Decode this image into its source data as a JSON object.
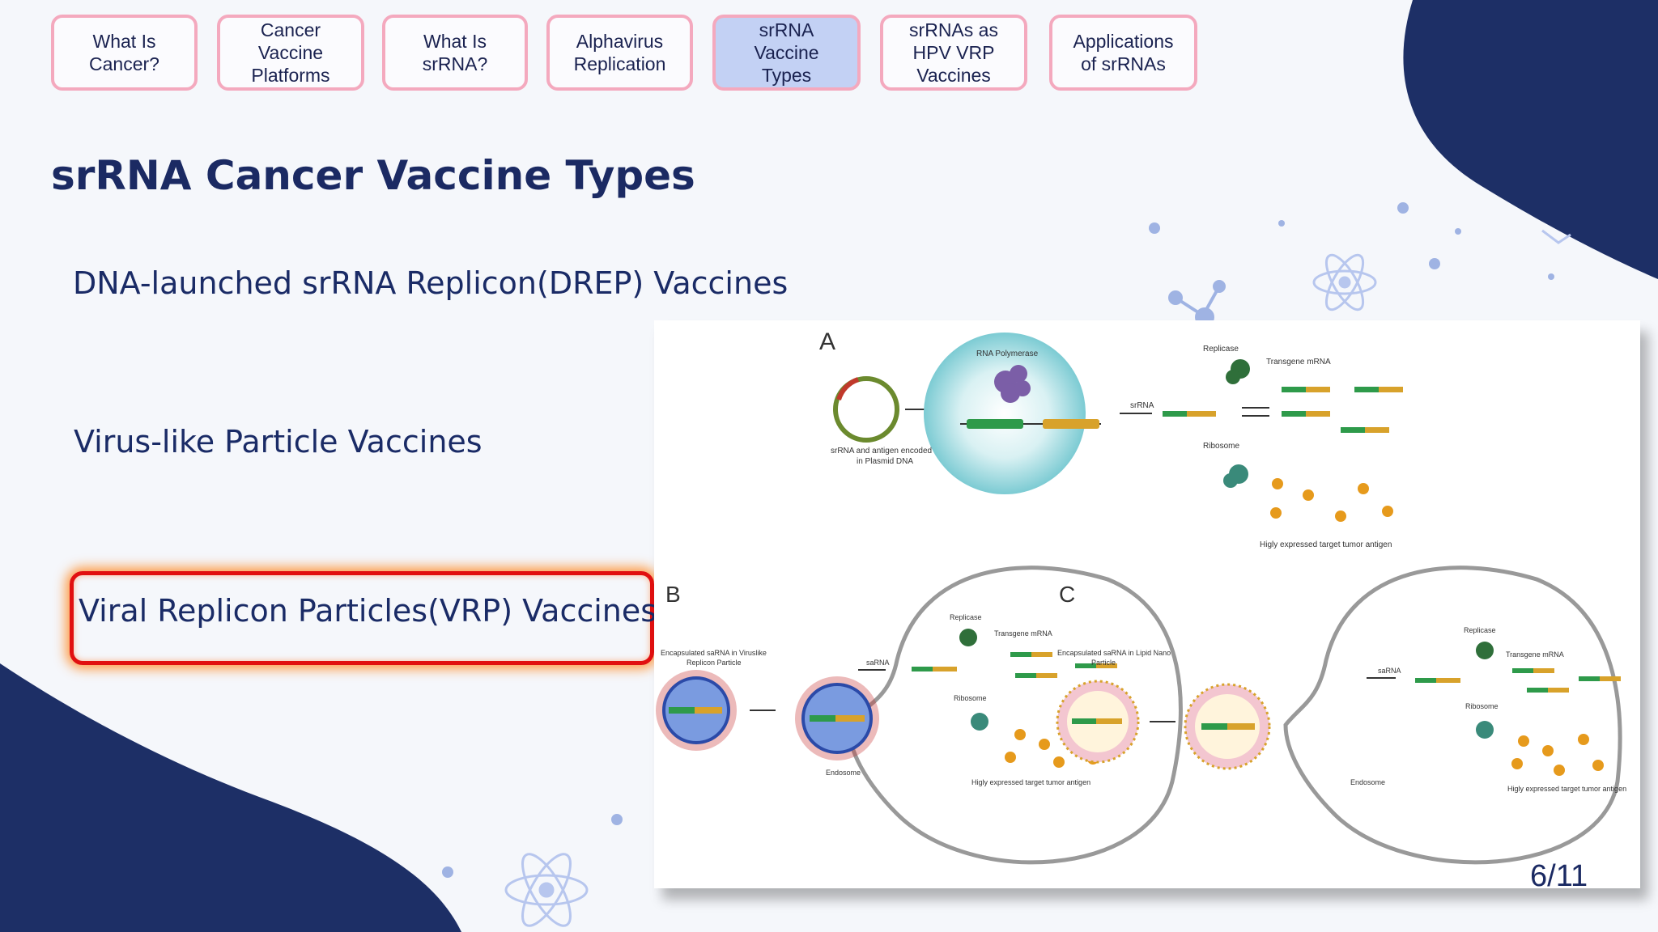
{
  "nav": {
    "tabs": [
      {
        "line1": "What Is",
        "line2": "Cancer?",
        "line3": ""
      },
      {
        "line1": "Cancer",
        "line2": "Vaccine",
        "line3": "Platforms"
      },
      {
        "line1": "What Is",
        "line2": "srRNA?",
        "line3": ""
      },
      {
        "line1": "Alphavirus",
        "line2": "Replication",
        "line3": ""
      },
      {
        "line1": "srRNA",
        "line2": "Vaccine",
        "line3": "Types"
      },
      {
        "line1": "srRNAs as",
        "line2": "HPV VRP",
        "line3": "Vaccines"
      },
      {
        "line1": "Applications",
        "line2": "of srRNAs",
        "line3": ""
      }
    ],
    "active_index": 4
  },
  "slide": {
    "title": "srRNA Cancer Vaccine Types",
    "items": [
      "DNA-launched srRNA Replicon(DREP) Vaccines",
      "Virus-like Particle Vaccines",
      "Viral Replicon Particles(VRP) Vaccines"
    ],
    "highlighted_index": 2,
    "page": "6/11"
  },
  "figure": {
    "panel_a": {
      "label": "A",
      "rna_polymerase": "RNA Polymerase",
      "plasmid_caption_1": "srRNA and antigen encoded",
      "plasmid_caption_2": "in Plasmid DNA",
      "srna": "srRNA",
      "replicase": "Replicase",
      "transgene": "Transgene mRNA",
      "ribosome": "Ribosome",
      "antigen": "Higly expressed target tumor antigen"
    },
    "panel_b": {
      "label": "B",
      "particle_1": "Encapsulated saRNA in Viruslike",
      "particle_2": "Replicon Particle",
      "sarna": "saRNA",
      "replicase": "Replicase",
      "transgene": "Transgene mRNA",
      "ribosome": "Ribosome",
      "endosome": "Endosome",
      "antigen": "Higly expressed target tumor antigen"
    },
    "panel_c": {
      "label": "C",
      "particle_1": "Encapsulated saRNA in Lipid Nano",
      "particle_2": "Particle",
      "sarna": "saRNA",
      "replicase": "Replicase",
      "transgene": "Transgene mRNA",
      "ribosome": "Ribosome",
      "endosome": "Endosome",
      "antigen": "Higly expressed target tumor antigen"
    }
  },
  "colors": {
    "navy": "#1b2a63",
    "tab_border": "#f4a9be",
    "tab_active": "#c3d1f4",
    "highlight": "#e11010",
    "rna_green": "#2e9a4a",
    "rna_orange": "#d8a22b"
  }
}
